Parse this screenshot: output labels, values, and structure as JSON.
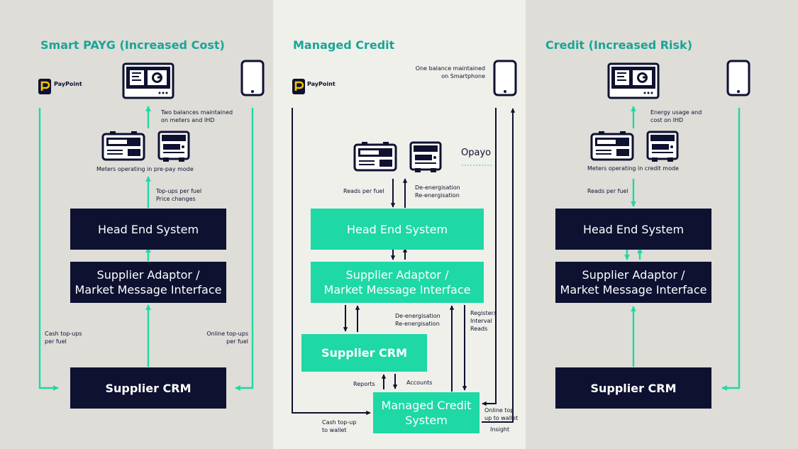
{
  "panels": {
    "payg": {
      "title": "Smart PAYG (Increased Cost)",
      "paypoint": "PayPoint",
      "labels": {
        "balances": "Two balances maintained\non meters and IHD",
        "meters": "Meters operating in pre-pay mode",
        "topups": "Top-ups per fuel\nPrice changes",
        "cash": "Cash top-ups\nper fuel",
        "online": "Online top-ups\nper fuel"
      },
      "boxes": {
        "hes": "Head End System",
        "adaptor": "Supplier Adaptor /\nMarket Message Interface",
        "crm": "Supplier CRM"
      }
    },
    "managed": {
      "title": "Managed Credit",
      "paypoint": "PayPoint",
      "opayo": "Opayo",
      "labels": {
        "balance": "One balance maintained\non Smartphone",
        "reads": "Reads per fuel",
        "deen1": "De-energisation\nRe-energisation",
        "deen2": "De-energisation\nRe-energisation",
        "register": "Register/\nInterval\nReads",
        "reports": "Reports",
        "accounts": "Accounts",
        "cash": "Cash top-up\nto wallet",
        "online": "Online top\nup to wallet",
        "insight": "Insight"
      },
      "boxes": {
        "hes": "Head End System",
        "adaptor": "Supplier Adaptor /\nMarket Message Interface",
        "crm": "Supplier CRM",
        "mcs": "Managed Credit\nSystem"
      }
    },
    "credit": {
      "title": "Credit (Increased Risk)",
      "labels": {
        "usage": "Energy usage and\ncost on IHD",
        "meters": "Meters operating in credit mode",
        "reads": "Reads per fuel"
      },
      "boxes": {
        "hes": "Head End System",
        "adaptor": "Supplier Adaptor /\nMarket Message Interface",
        "crm": "Supplier CRM"
      }
    }
  },
  "colors": {
    "navy": "#0e1130",
    "green": "#1ed8a6",
    "teal": "#19a597",
    "paypoint_yellow": "#f5c400"
  },
  "icons": [
    "paypoint-logo-icon",
    "ihd-display-icon",
    "smartphone-icon",
    "electricity-meter-icon",
    "gas-meter-icon",
    "opayo-logo-icon"
  ]
}
